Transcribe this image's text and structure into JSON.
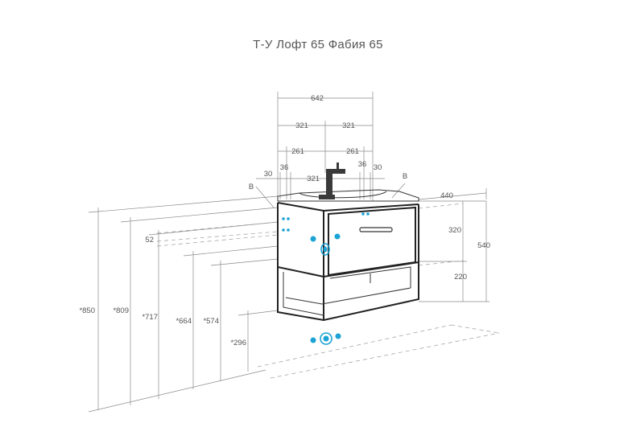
{
  "title": "Т-У Лофт 65 Фабия 65",
  "dimensions": {
    "top": [
      "642",
      "321",
      "321",
      "261",
      "261",
      "30",
      "36",
      "321",
      "36",
      "30"
    ],
    "marker_left": "B",
    "marker_right": "B",
    "depth": "440",
    "right": [
      "320",
      "540",
      "220"
    ],
    "heights": [
      "*850",
      "*809",
      "*717",
      "*664",
      "*574",
      "*296"
    ],
    "offset": "52"
  },
  "colors": {
    "connector": "#1aa3d4",
    "frame": "#222222",
    "dimension": "#8a8a8a"
  }
}
